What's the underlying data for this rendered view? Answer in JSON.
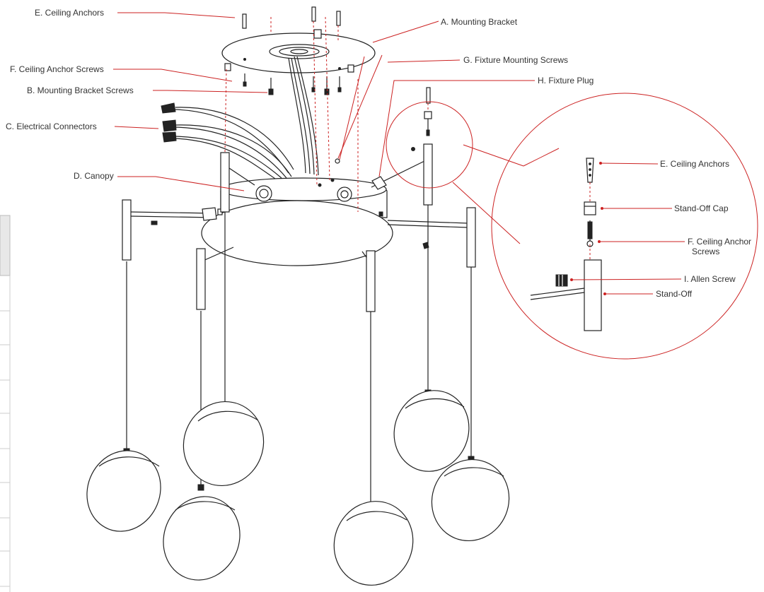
{
  "labels": {
    "E": "E. Ceiling Anchors",
    "A": "A. Mounting Bracket",
    "F": "F. Ceiling Anchor Screws",
    "G": "G. Fixture Mounting Screws",
    "B": "B. Mounting Bracket Screws",
    "H": "H. Fixture Plug",
    "C": "C. Electrical Connectors",
    "D": "D. Canopy"
  },
  "detail": {
    "E": "E. Ceiling Anchors",
    "cap": "Stand-Off Cap",
    "F1": "F. Ceiling Anchor",
    "F2": "Screws",
    "I": "I. Allen Screw",
    "standoff": "Stand-Off"
  },
  "colors": {
    "leader": "#cc2222",
    "line": "#222222",
    "text": "#333333"
  }
}
